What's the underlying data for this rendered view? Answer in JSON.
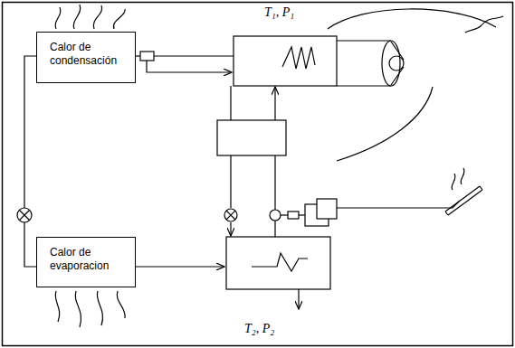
{
  "diagram": {
    "nodes": [
      {
        "text": [
          "Calor de condensación"
        ]
      },
      {
        "text": [
          "Calor de evaporacion"
        ]
      }
    ],
    "edges": [
      {
        "from": 0,
        "to": 1,
        "arrow": "none"
      }
    ],
    "labels": [
      "T₁, P₁",
      "T₂, P₂"
    ]
  }
}
